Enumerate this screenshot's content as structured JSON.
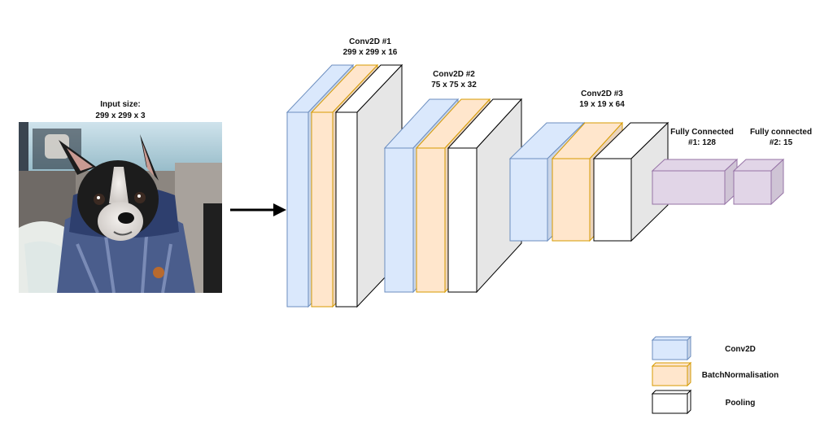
{
  "input": {
    "label_line1": "Input size:",
    "label_line2": "299 x 299 x 3",
    "image_icon": "boston-terrier-photo"
  },
  "layers": {
    "conv1": {
      "title": "Conv2D #1",
      "size": "299 x 299 x 16"
    },
    "conv2": {
      "title": "Conv2D #2",
      "size": "75 x 75 x 32"
    },
    "conv3": {
      "title": "Conv2D #3",
      "size": "19 x 19 x 64"
    },
    "fc1": {
      "title": "Fully Connected",
      "size": "#1: 128"
    },
    "fc2": {
      "title": "Fully connected",
      "size": "#2: 15"
    }
  },
  "legend": {
    "conv": "Conv2D",
    "bn": "BatchNormalisation",
    "pool": "Pooling"
  },
  "colors": {
    "conv_fill": "#dae8fc",
    "conv_stroke": "#6c8ebf",
    "bn_fill": "#ffe6cc",
    "bn_stroke": "#d79b00",
    "pool_fill": "#ffffff",
    "pool_stroke": "#000000",
    "fc_fill": "#e1d5e7",
    "fc_stroke": "#9673a6"
  }
}
